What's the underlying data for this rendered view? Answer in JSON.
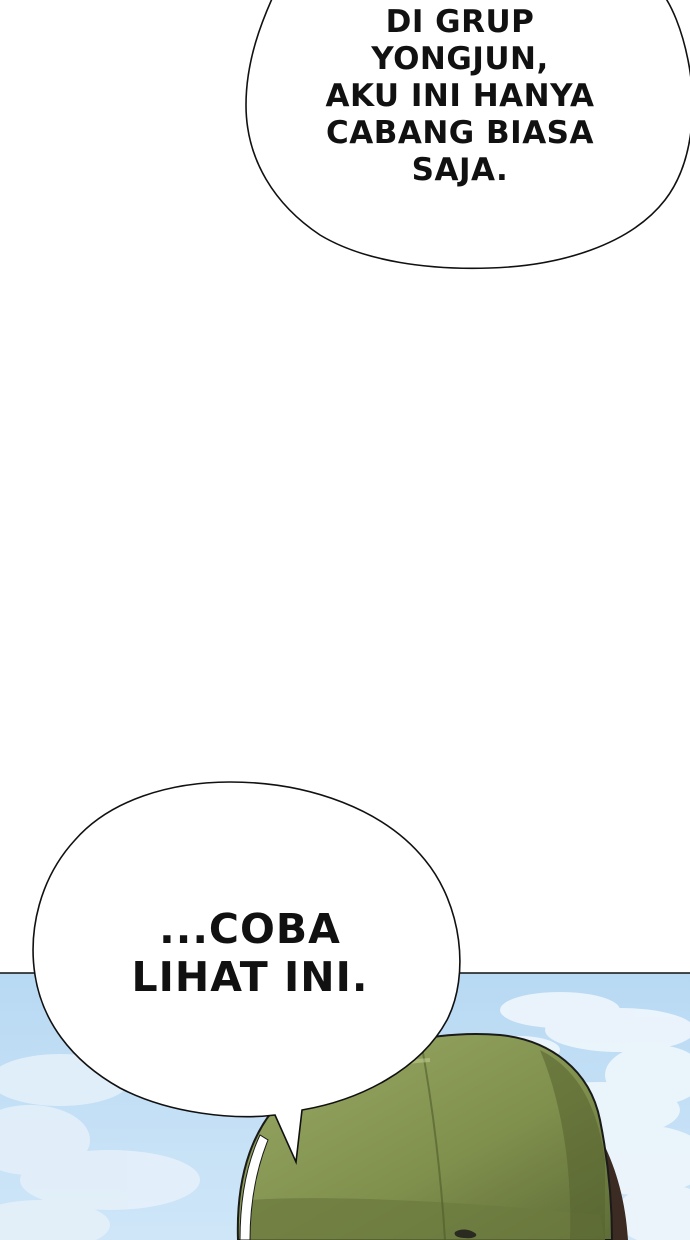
{
  "page": {
    "background_color": "#ffffff"
  },
  "panel_bottom": {
    "sky_color": "#bcdcf4",
    "cloud_color": "#eef6fc",
    "hat_color": "#8a9a56",
    "hat_shadow_color": "#5f6e38",
    "border_color": "#111111"
  },
  "bubbles": [
    {
      "lines": [
        "DI GRUP",
        "YONGJUN,",
        "AKU INI HANYA",
        "CABANG BIASA",
        "SAJA."
      ]
    },
    {
      "lines": [
        "...COBA",
        "LIHAT INI."
      ]
    }
  ]
}
